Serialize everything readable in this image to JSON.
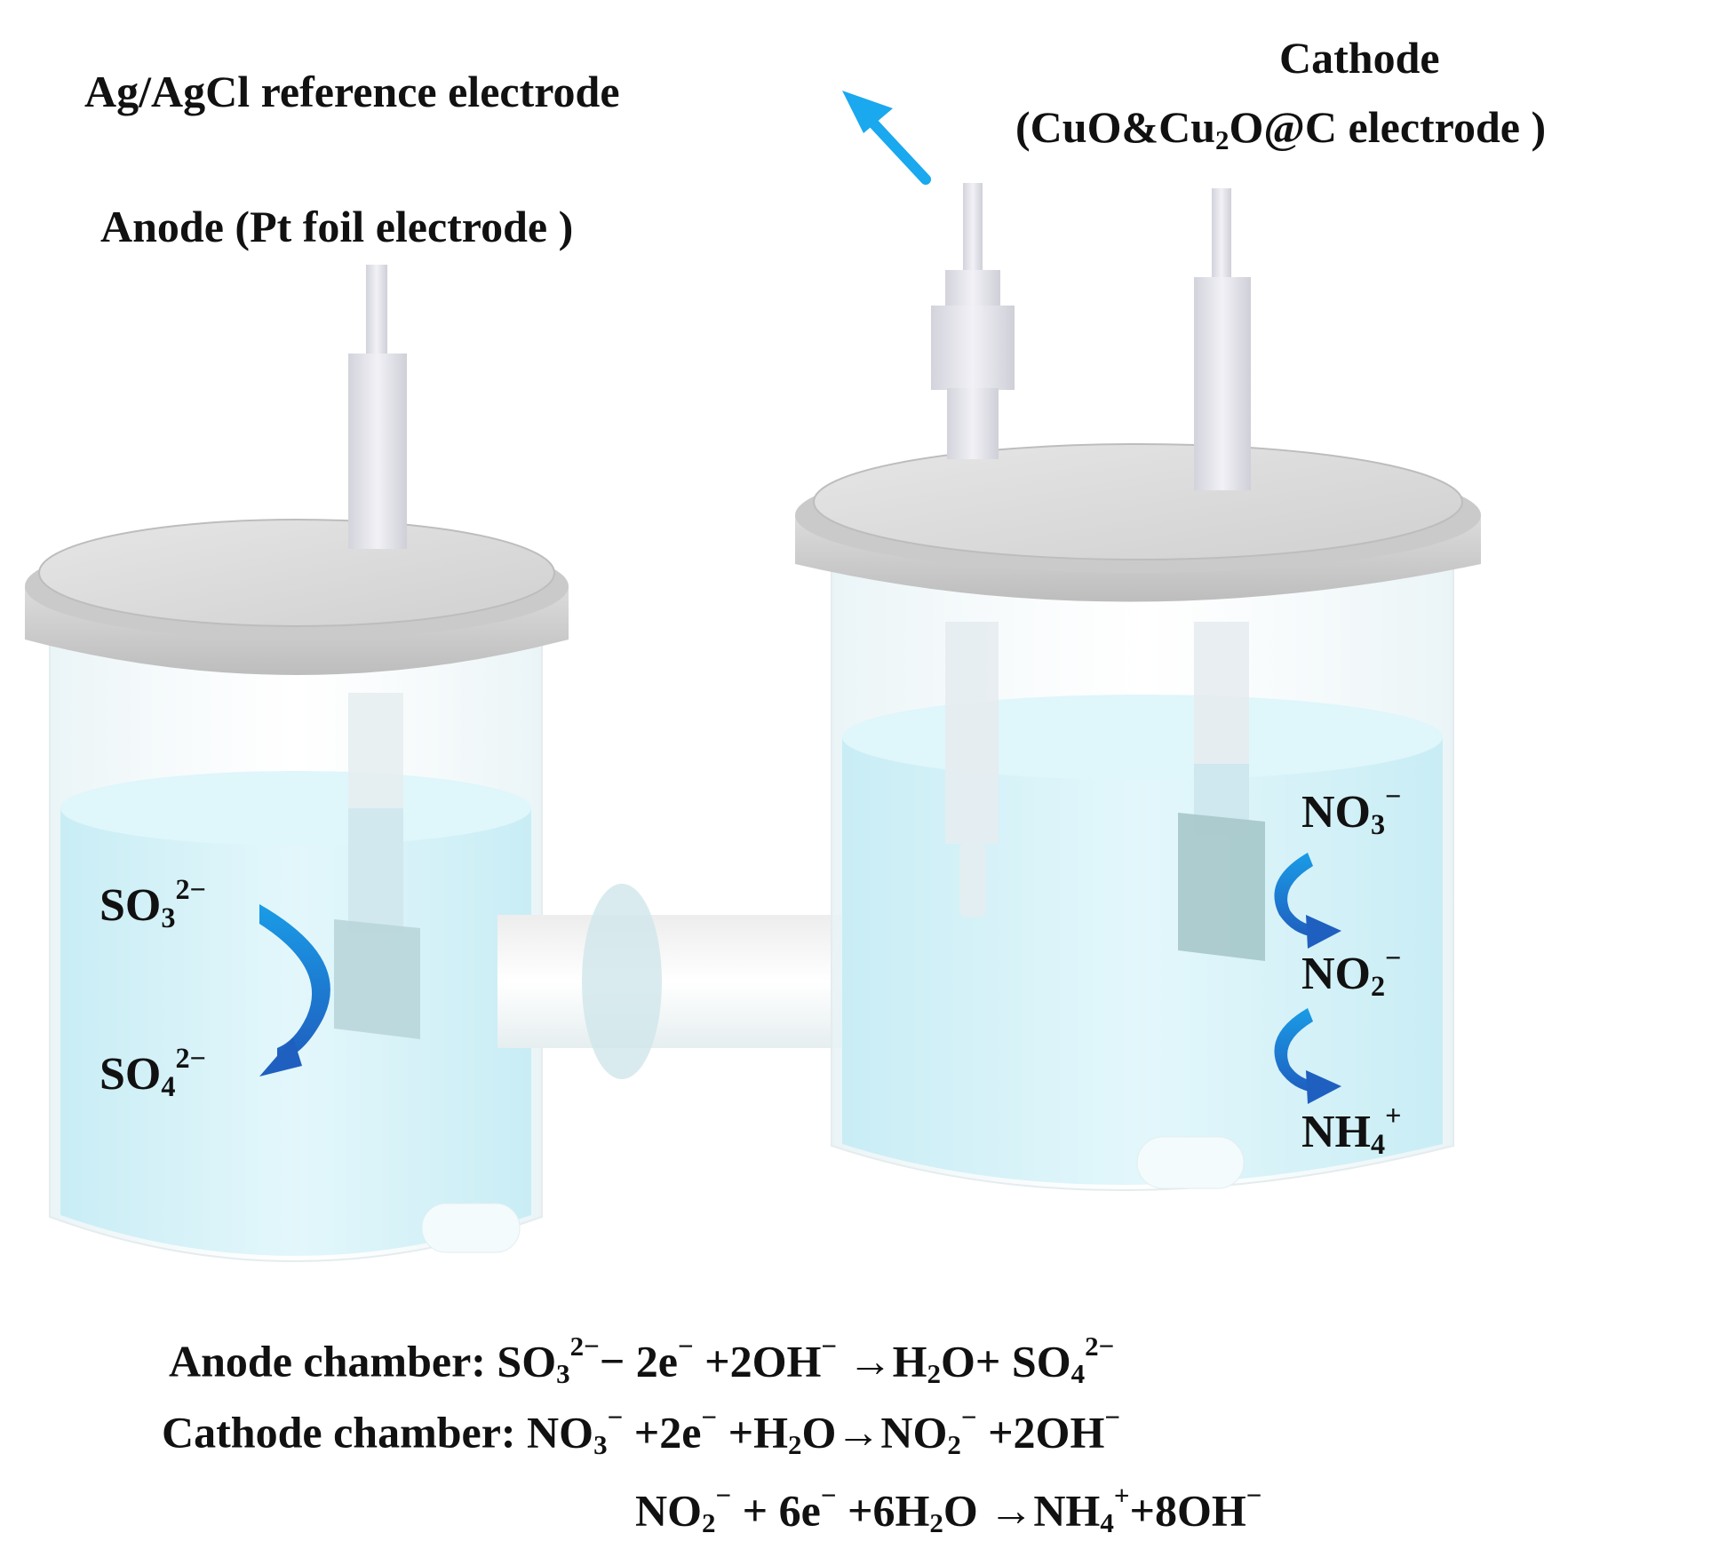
{
  "labels": {
    "reference": "Ag/AgCl reference electrode",
    "cathode_title": "Cathode",
    "cathode_detail": [
      "(CuO&Cu",
      "2",
      "O@C electrode )"
    ],
    "anode": "Anode (Pt  foil electrode )"
  },
  "ions": {
    "so3": [
      "SO",
      "3",
      "2−"
    ],
    "so4": [
      "SO",
      "4",
      "2−"
    ],
    "no3": [
      "NO",
      "3",
      "−"
    ],
    "no2": [
      "NO",
      "2",
      "−"
    ],
    "nh4": [
      "NH",
      "4",
      "+"
    ]
  },
  "equations": {
    "anode": [
      "Anode chamber:  SO",
      "3",
      "2−",
      "− 2e",
      "−",
      " +2OH",
      "−",
      " →H",
      "2",
      "O+ SO",
      "4",
      "2−"
    ],
    "cathode1": [
      "Cathode chamber:  NO",
      "3",
      "−",
      " +2e",
      "−",
      " +H",
      "2",
      "O→NO",
      "2",
      "−",
      " +2OH",
      "−"
    ],
    "cathode2": [
      "NO",
      "2",
      "−",
      " + 6e",
      "−",
      " +6H",
      "2",
      "O →NH",
      "4",
      "+",
      "+8OH",
      "−"
    ]
  },
  "colors": {
    "arrow_light": "#1aa8ee",
    "arrow_dark": "#1f5fbf",
    "water": "#d4f1f8",
    "lid": "#d6d6d6",
    "electrode": "#e3e3ea"
  }
}
